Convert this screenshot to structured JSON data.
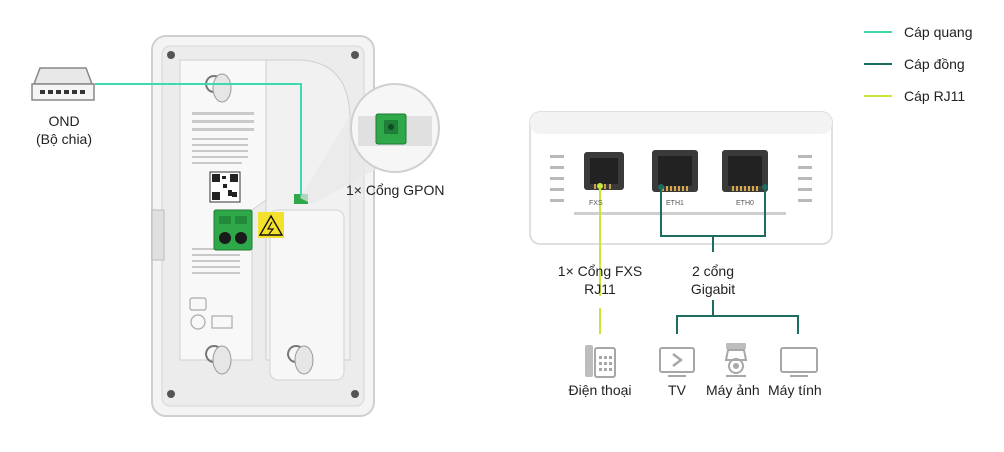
{
  "legend": [
    {
      "label": "Cáp quang",
      "color": "#3fd9b0"
    },
    {
      "label": "Cáp đồng",
      "color": "#1e6b60"
    },
    {
      "label": "Cáp RJ11",
      "color": "#c5e83a"
    }
  ],
  "ond": {
    "line1": "OND",
    "line2": "(Bộ chia)"
  },
  "gpon_label": "1× Cổng GPON",
  "fxs_label": {
    "line1": "1× Cổng FXS",
    "line2": "RJ11"
  },
  "gigabit_label": {
    "line1": "2 cổng",
    "line2": "Gigabit"
  },
  "port_labels": {
    "fxs": "FXS",
    "eth1": "ETH1",
    "eth0": "ETH0"
  },
  "devices": {
    "phone": "Điện thoại",
    "tv": "TV",
    "camera": "Máy ảnh",
    "computer": "Máy tính"
  },
  "colors": {
    "fiber": "#3fd9b0",
    "copper": "#1e6b60",
    "rj11": "#c5e83a",
    "connector_green": "#2fa84a"
  }
}
